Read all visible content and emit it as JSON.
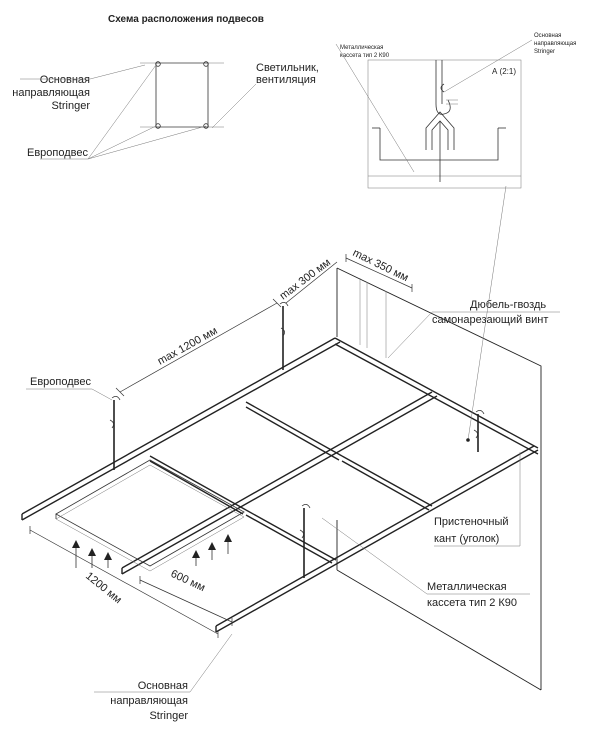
{
  "scheme": {
    "title": "Схема расположения подвесов",
    "main_guide_line1": "Основная",
    "main_guide_line2": "направляющая",
    "main_guide_line3": "Stringer",
    "hanger": "Европодвес",
    "light_line1": "Светильник,",
    "light_line2": "вентиляция"
  },
  "detail": {
    "cassette_line1": "Металлическая",
    "cassette_line2": "кассета тип 2 К90",
    "guide_line1": "Основная",
    "guide_line2": "направляющая",
    "guide_line3": "Stringer",
    "scale": "А (2:1)"
  },
  "main": {
    "max_300": "max 300 мм",
    "max_350": "max 350 мм",
    "max_1200": "max 1200 мм",
    "dowel_line1": "Дюбель-гвоздь",
    "dowel_line2": "самонарезающий винт",
    "hanger": "Европодвес",
    "wall_line1": "Пристеночный",
    "wall_line2": "кант (уголок)",
    "size_600": "600 мм",
    "size_1200": "1200 мм",
    "cassette_line1": "Металлическая",
    "cassette_line2": "кассета тип 2 К90",
    "guide_line1": "Основная",
    "guide_line2": "направляющая",
    "guide_line3": "Stringer"
  }
}
